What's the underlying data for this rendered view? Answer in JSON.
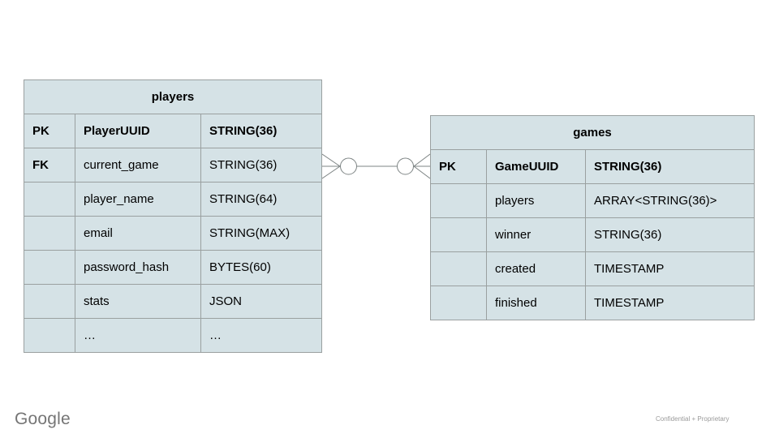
{
  "diagram": {
    "tables": {
      "players": {
        "title": "players",
        "rows": [
          {
            "key": "PK",
            "field": "PlayerUUID",
            "type": "STRING(36)"
          },
          {
            "key": "FK",
            "field": "current_game",
            "type": "STRING(36)"
          },
          {
            "key": "",
            "field": "player_name",
            "type": "STRING(64)"
          },
          {
            "key": "",
            "field": "email",
            "type": "STRING(MAX)"
          },
          {
            "key": "",
            "field": "password_hash",
            "type": "BYTES(60)"
          },
          {
            "key": "",
            "field": "stats",
            "type": "JSON"
          },
          {
            "key": "",
            "field": "…",
            "type": "…"
          }
        ]
      },
      "games": {
        "title": "games",
        "rows": [
          {
            "key": "PK",
            "field": "GameUUID",
            "type": "STRING(36)"
          },
          {
            "key": "",
            "field": "players",
            "type": "ARRAY<STRING(36)>"
          },
          {
            "key": "",
            "field": "winner",
            "type": "STRING(36)"
          },
          {
            "key": "",
            "field": "created",
            "type": "TIMESTAMP"
          },
          {
            "key": "",
            "field": "finished",
            "type": "TIMESTAMP"
          }
        ]
      }
    },
    "relationship": {
      "from": "players.current_game",
      "to": "games.GameUUID",
      "cardinality": "zero-or-many to zero-or-many"
    }
  },
  "footer": {
    "brand": "Google",
    "classification": "Confidential + Proprietary"
  },
  "colors": {
    "table_fill": "#d5e2e6",
    "table_border": "#9aa0a0",
    "connector_stroke": "#7d8484",
    "brand_gray": "#757575",
    "classification_gray": "#9a9a9a"
  }
}
